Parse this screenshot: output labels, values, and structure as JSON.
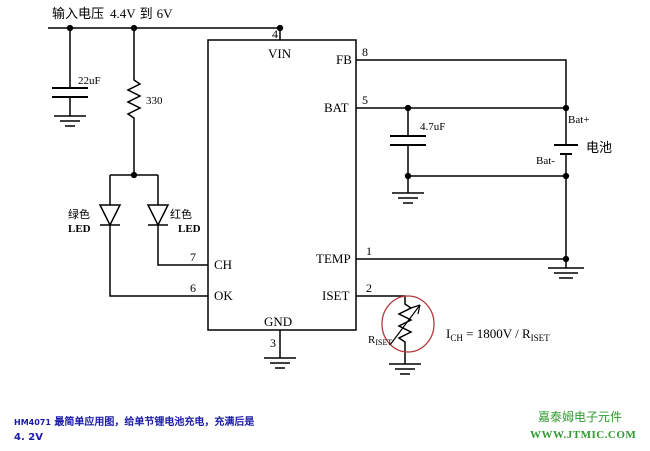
{
  "input_label": "输入电压",
  "input_voltage": "4.4V",
  "input_to": "到",
  "input_voltage_max": "6V",
  "chip_pins": {
    "vin": "VIN",
    "fb": "FB",
    "bat": "BAT",
    "temp": "TEMP",
    "iset": "ISET",
    "ch": "CH",
    "ok": "OK",
    "gnd": "GND"
  },
  "pin_numbers": {
    "vin": "4",
    "fb": "8",
    "bat": "5",
    "temp": "1",
    "iset": "2",
    "ch": "7",
    "ok": "6",
    "gnd": "3"
  },
  "components": {
    "cap_in": "22uF",
    "resistor": "330",
    "cap_bat": "4.7uF",
    "led_green_line1": "绿色",
    "led_green_line2": "LED",
    "led_red_line1": "红色",
    "led_red_line2": "LED",
    "bat_plus": "Bat+",
    "bat_minus": "Bat-",
    "battery": "电池",
    "riset_main": "R",
    "riset_sub": "ISET"
  },
  "formula": {
    "i_main": "I",
    "i_sub": "CH",
    "middle": " = 1800V / R",
    "r_sub": "ISET"
  },
  "caption": {
    "part": "HM4071",
    "line1_text": " 最简单应用图，给单节锂电池充电，充满后是",
    "line2": "4. 2V"
  },
  "logo": {
    "cn": "嘉泰姆电子元件",
    "url": "WWW.JTMIC.COM"
  }
}
